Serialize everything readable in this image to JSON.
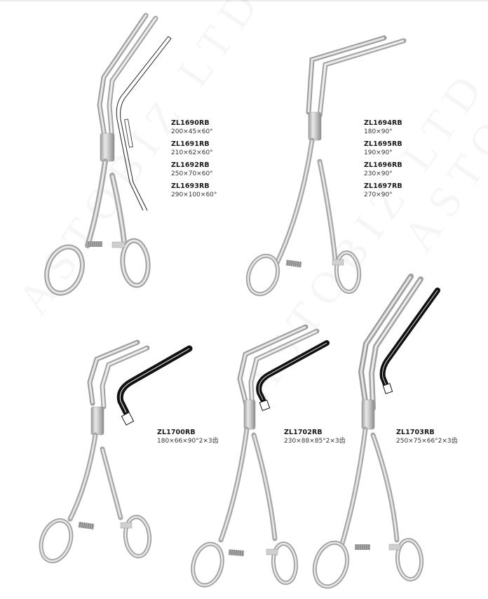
{
  "page": {
    "watermark_text": "ASTOBIZ LTD",
    "colors": {
      "steel_light": "#e4e4e4",
      "steel_mid": "#bdbdbd",
      "steel_dark": "#8c8c8c",
      "jaw_black": "#111111",
      "text": "#222222"
    }
  },
  "groups": [
    {
      "id": "group-1",
      "items": [
        {
          "code": "ZL1690RB",
          "dims": "200×45×60°"
        },
        {
          "code": "ZL1691RB",
          "dims": "210×62×60°"
        },
        {
          "code": "ZL1692RB",
          "dims": "250×70×60°"
        },
        {
          "code": "ZL1693RB",
          "dims": "290×100×60°"
        }
      ]
    },
    {
      "id": "group-2",
      "items": [
        {
          "code": "ZL1694RB",
          "dims": "180×90°"
        },
        {
          "code": "ZL1695RB",
          "dims": "190×90°"
        },
        {
          "code": "ZL1696RB",
          "dims": "230×90°"
        },
        {
          "code": "ZL1697RB",
          "dims": "270×90°"
        }
      ]
    },
    {
      "id": "group-3",
      "items": [
        {
          "code": "ZL1700RB",
          "dims": "180×66×90°2×3齿"
        }
      ]
    },
    {
      "id": "group-4",
      "items": [
        {
          "code": "ZL1702RB",
          "dims": "230×88×85°2×3齿"
        }
      ]
    },
    {
      "id": "group-5",
      "items": [
        {
          "code": "ZL1703RB",
          "dims": "250×75×66°2×3齿"
        }
      ]
    }
  ]
}
